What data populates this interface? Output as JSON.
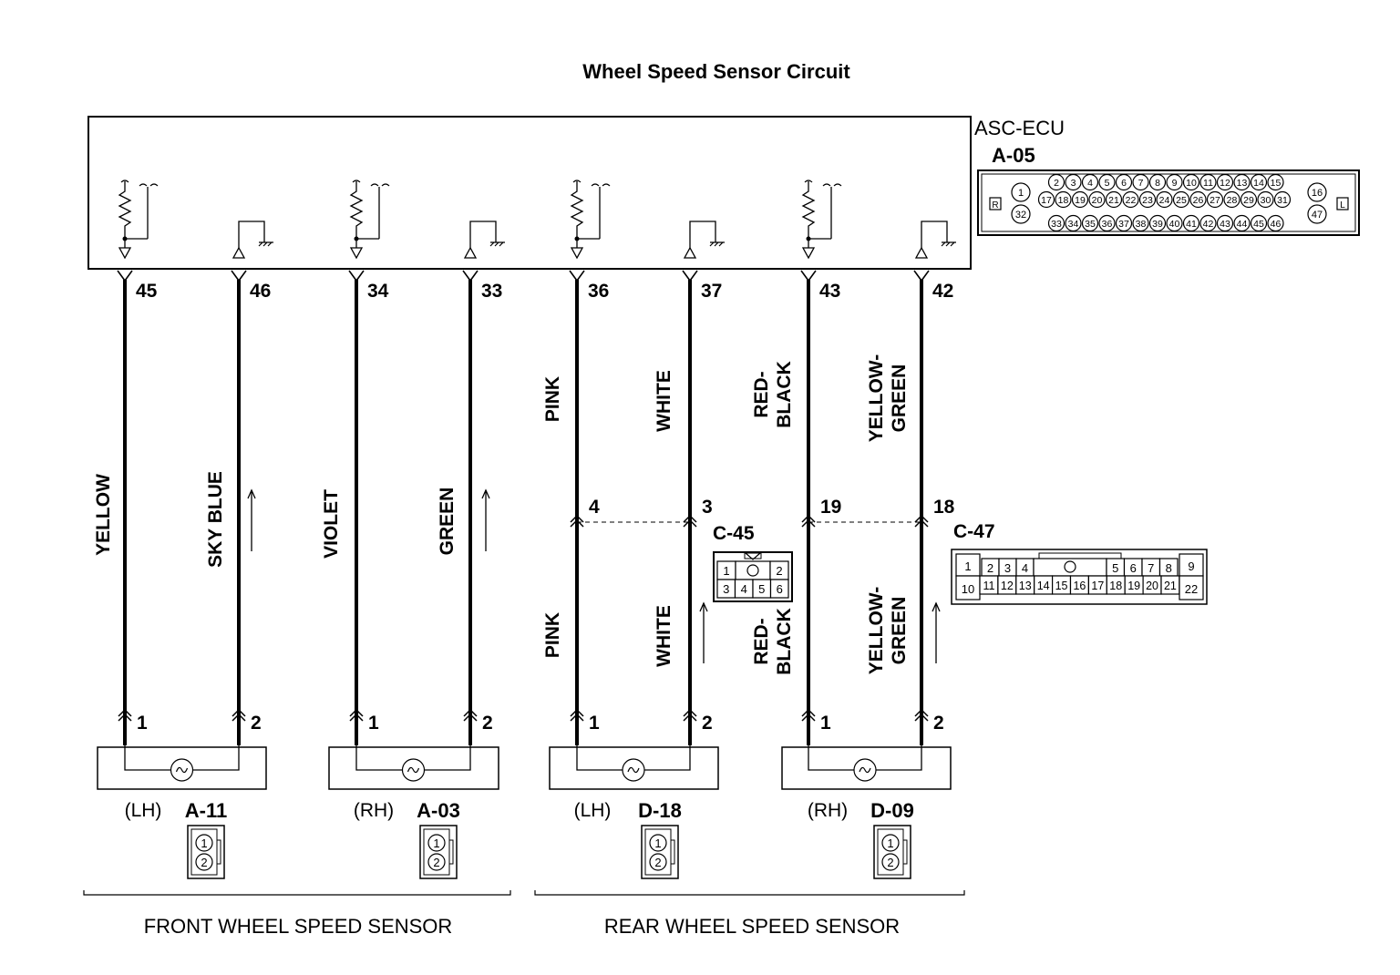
{
  "title": "Wheel Speed Sensor Circuit",
  "ecu": {
    "name": "ASC-ECU",
    "connector": "A-05",
    "pins_row1": [
      "2",
      "3",
      "4",
      "5",
      "6",
      "7",
      "8",
      "9",
      "10",
      "11",
      "12",
      "13",
      "14",
      "15"
    ],
    "pins_row2": [
      "17",
      "18",
      "19",
      "20",
      "21",
      "22",
      "23",
      "24",
      "25",
      "26",
      "27",
      "28",
      "29",
      "30",
      "31"
    ],
    "pins_row3": [
      "33",
      "34",
      "35",
      "36",
      "37",
      "38",
      "39",
      "40",
      "41",
      "42",
      "43",
      "44",
      "45",
      "46"
    ],
    "pin_1": "1",
    "pin_32": "32",
    "pin_16": "16",
    "pin_47": "47",
    "side_r": "R",
    "side_l": "L"
  },
  "wires": [
    {
      "ecu_pin": "45",
      "color_top": "YELLOW",
      "color_bottom": "",
      "mid_pin": "",
      "sensor_pin": "1"
    },
    {
      "ecu_pin": "46",
      "color_top": "SKY BLUE",
      "color_bottom": "",
      "mid_pin": "",
      "sensor_pin": "2"
    },
    {
      "ecu_pin": "34",
      "color_top": "VIOLET",
      "color_bottom": "",
      "mid_pin": "",
      "sensor_pin": "1"
    },
    {
      "ecu_pin": "33",
      "color_top": "GREEN",
      "color_bottom": "",
      "mid_pin": "",
      "sensor_pin": "2"
    },
    {
      "ecu_pin": "36",
      "color_top": "PINK",
      "color_bottom": "PINK",
      "mid_pin": "4",
      "sensor_pin": "1"
    },
    {
      "ecu_pin": "37",
      "color_top": "WHITE",
      "color_bottom": "WHITE",
      "mid_pin": "3",
      "sensor_pin": "2"
    },
    {
      "ecu_pin": "43",
      "color_top": "RED-\nBLACK",
      "color_bottom": "RED-\nBLACK",
      "mid_pin": "19",
      "sensor_pin": "1"
    },
    {
      "ecu_pin": "42",
      "color_top": "YELLOW-\nGREEN",
      "color_bottom": "YELLOW-\nGREEN",
      "mid_pin": "18",
      "sensor_pin": "2"
    }
  ],
  "connector_c45": {
    "name": "C-45",
    "row1": [
      "1",
      "",
      "2"
    ],
    "row2": [
      "3",
      "4",
      "5",
      "6"
    ]
  },
  "connector_c47": {
    "name": "C-47",
    "row1": [
      "1",
      "2",
      "3",
      "4",
      "",
      "5",
      "6",
      "7",
      "8",
      "9"
    ],
    "row2": [
      "10",
      "11",
      "12",
      "13",
      "14",
      "15",
      "16",
      "17",
      "18",
      "19",
      "20",
      "21",
      "22"
    ]
  },
  "sensors": [
    {
      "side": "(LH)",
      "connector": "A-11",
      "pin1": "1",
      "pin2": "2"
    },
    {
      "side": "(RH)",
      "connector": "A-03",
      "pin1": "1",
      "pin2": "2"
    },
    {
      "side": "(LH)",
      "connector": "D-18",
      "pin1": "1",
      "pin2": "2"
    },
    {
      "side": "(RH)",
      "connector": "D-09",
      "pin1": "1",
      "pin2": "2"
    }
  ],
  "groups": {
    "front": "FRONT WHEEL SPEED SENSOR",
    "rear": "REAR WHEEL SPEED SENSOR"
  }
}
